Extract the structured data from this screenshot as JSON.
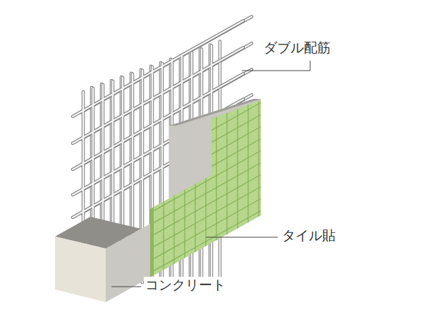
{
  "diagram": {
    "labels": [
      "ダブル配筋",
      "タイル貼",
      "コンクリート"
    ]
  }
}
